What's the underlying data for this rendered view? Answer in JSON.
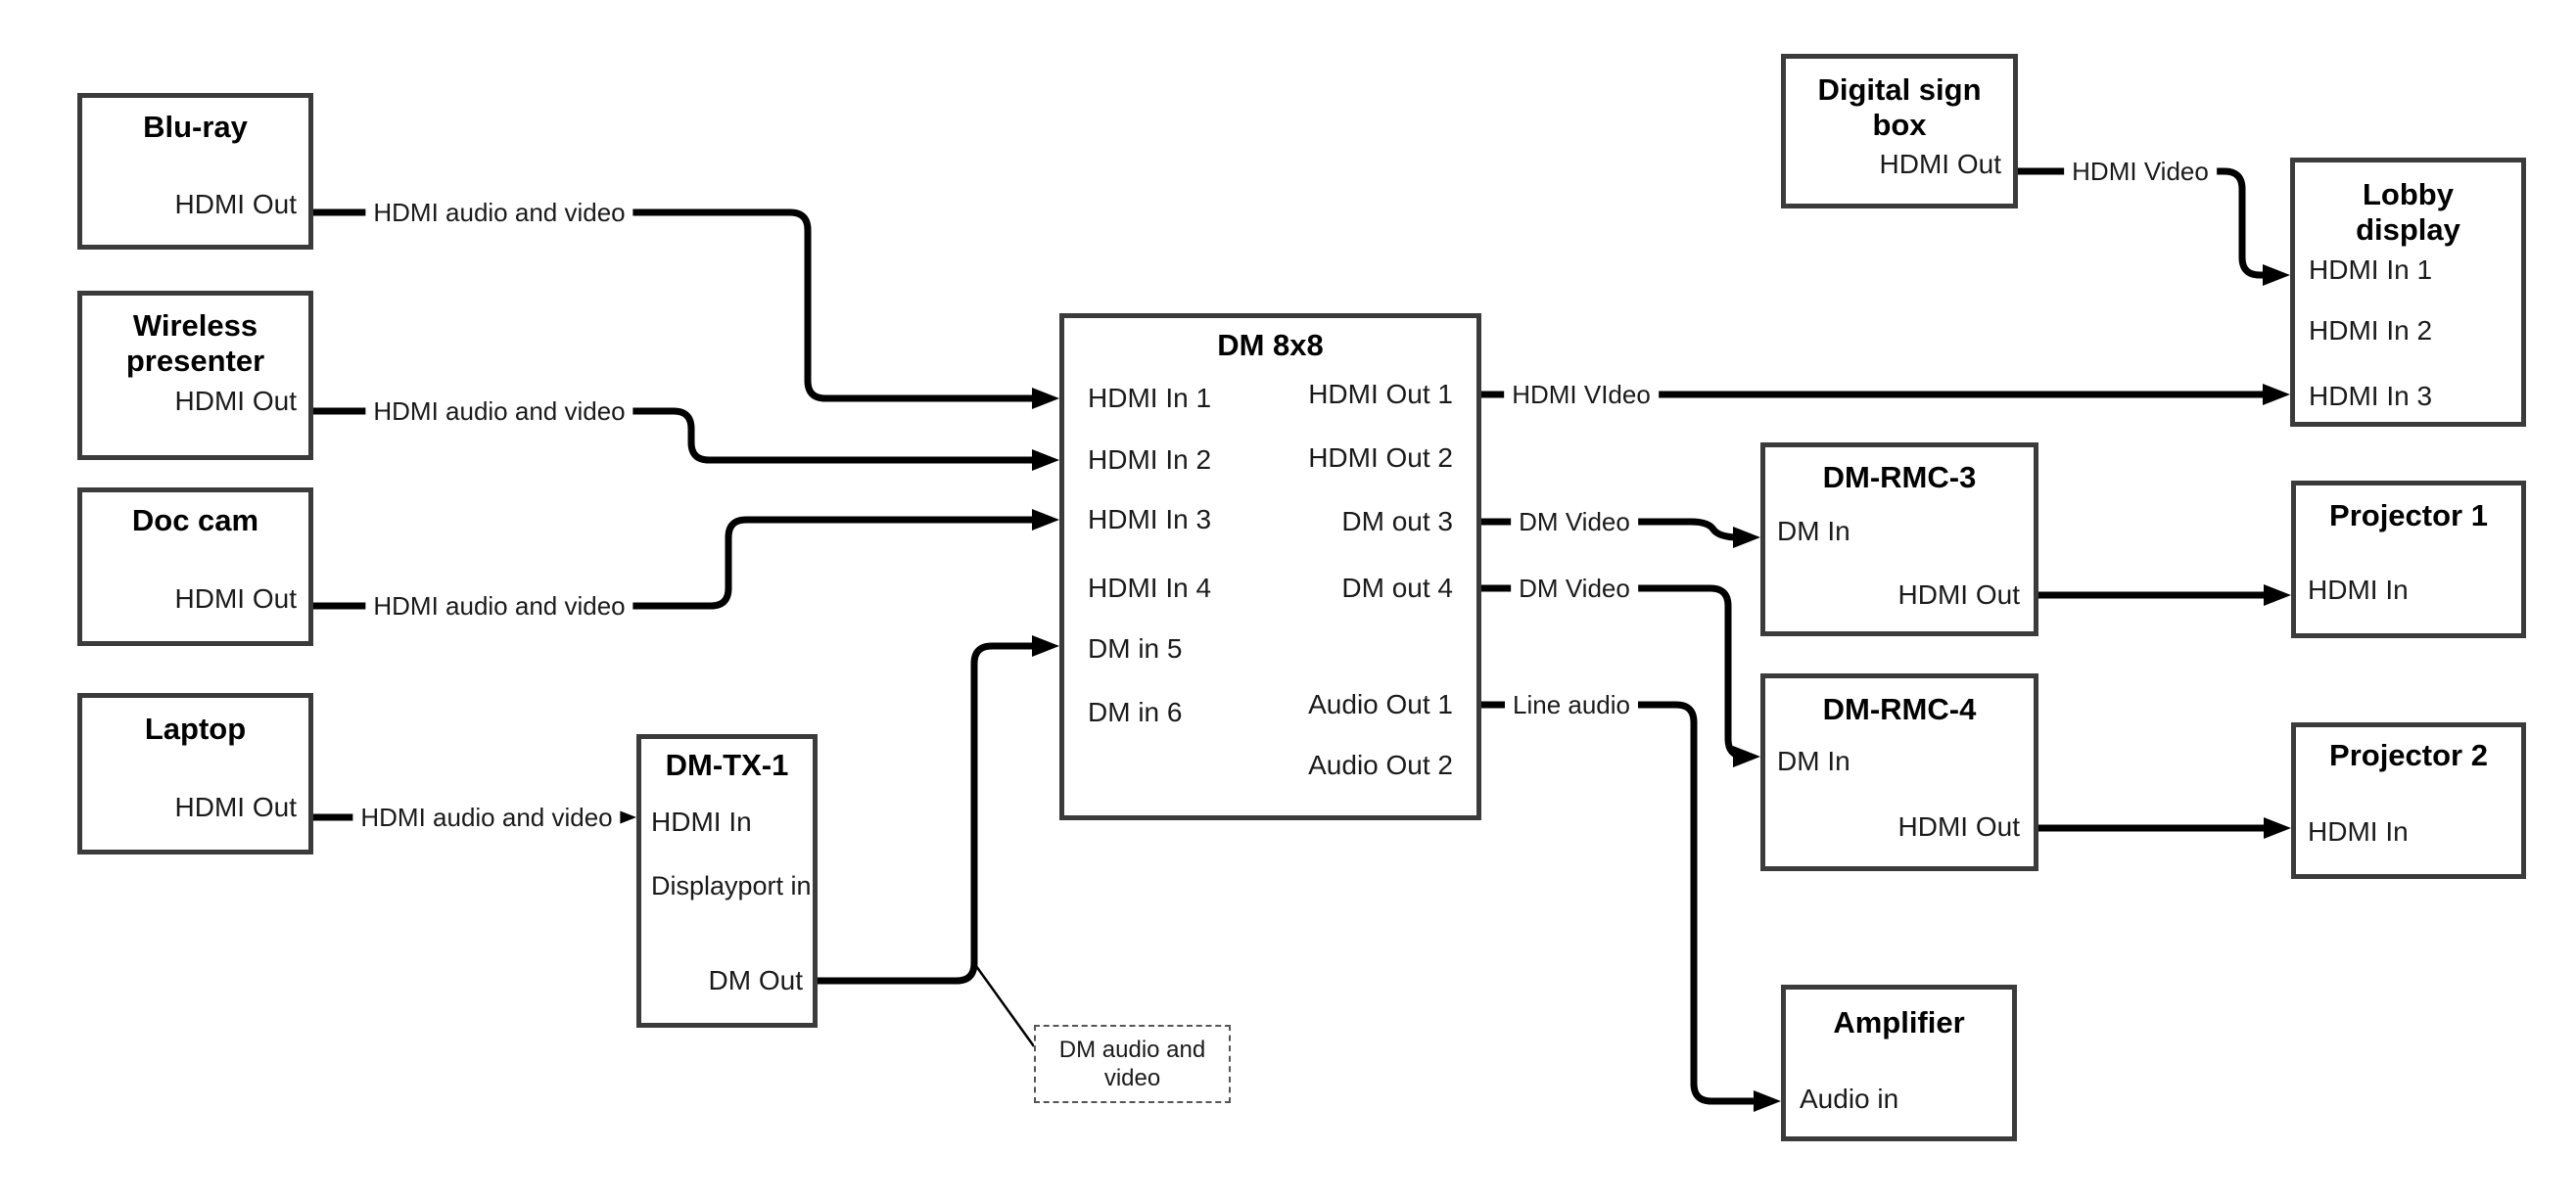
{
  "colors": {
    "background": "#ffffff",
    "wire": "#000000",
    "box_border": "#3b3b3b",
    "text": "#1a1a1a"
  },
  "nodes": {
    "bluray": {
      "title": "Blu-ray",
      "port_hdmi_out": "HDMI Out"
    },
    "wireless": {
      "title1": "Wireless",
      "title2": "presenter",
      "port_hdmi_out": "HDMI Out"
    },
    "doccam": {
      "title": "Doc cam",
      "port_hdmi_out": "HDMI Out"
    },
    "laptop": {
      "title": "Laptop",
      "port_hdmi_out": "HDMI Out"
    },
    "dmtx1": {
      "title": "DM-TX-1",
      "port_hdmi_in": "HDMI In",
      "port_dp_in": "Displayport in",
      "port_dm_out": "DM Out"
    },
    "dm8x8": {
      "title": "DM 8x8",
      "in1": "HDMI In 1",
      "in2": "HDMI In 2",
      "in3": "HDMI In 3",
      "in4": "HDMI In 4",
      "in5": "DM in 5",
      "in6": "DM in 6",
      "out1": "HDMI Out 1",
      "out2": "HDMI Out 2",
      "out3": "DM out 3",
      "out4": "DM out 4",
      "aout1": "Audio Out 1",
      "aout2": "Audio Out 2"
    },
    "digitalsign": {
      "title1": "Digital sign",
      "title2": "box",
      "port_hdmi_out": "HDMI Out"
    },
    "lobby": {
      "title1": "Lobby",
      "title2": "display",
      "in1": "HDMI In 1",
      "in2": "HDMI In 2",
      "in3": "HDMI In 3"
    },
    "dmrmc3": {
      "title": "DM-RMC-3",
      "port_dm_in": "DM In",
      "port_hdmi_out": "HDMI Out"
    },
    "dmrmc4": {
      "title": "DM-RMC-4",
      "port_dm_in": "DM In",
      "port_hdmi_out": "HDMI Out"
    },
    "projector1": {
      "title": "Projector 1",
      "port_hdmi_in": "HDMI In"
    },
    "projector2": {
      "title": "Projector 2",
      "port_hdmi_in": "HDMI In"
    },
    "amplifier": {
      "title": "Amplifier",
      "port_audio_in": "Audio in"
    }
  },
  "wire_labels": {
    "bluray_line": "HDMI audio and video",
    "wireless_line": "HDMI audio and video",
    "doccam_line": "HDMI audio and video",
    "laptop_line": "HDMI audio and video",
    "hdmi_out1_line": "HDMI VIdeo",
    "dm_out3_line": "DM Video",
    "dm_out4_line": "DM Video",
    "audio_out1_line": "Line audio",
    "digitalsign_line": "HDMI Video",
    "dm_av_note1": "DM audio and",
    "dm_av_note2": "video"
  }
}
